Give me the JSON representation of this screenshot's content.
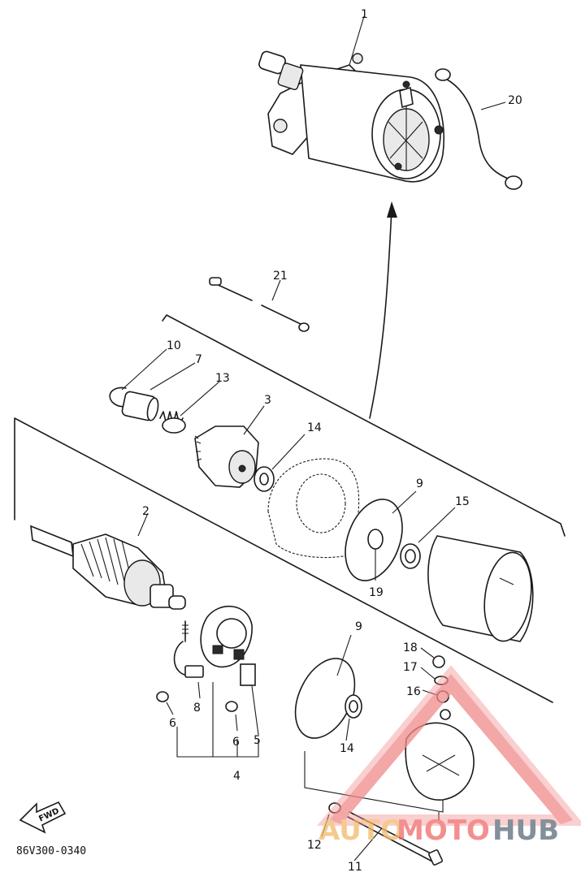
{
  "diagram": {
    "code": "86V300-0340",
    "forward_label": "FWD",
    "callouts": {
      "p1": "1",
      "p2": "2",
      "p3": "3",
      "p4": "4",
      "p5": "5",
      "p6a": "6",
      "p6b": "6",
      "p7": "7",
      "p8": "8",
      "p9a": "9",
      "p9b": "9",
      "p10": "10",
      "p11": "11",
      "p12": "12",
      "p13": "13",
      "p14a": "14",
      "p14b": "14",
      "p15": "15",
      "p16": "16",
      "p17": "17",
      "p18": "18",
      "p19": "19",
      "p20": "20",
      "p21": "21"
    }
  },
  "watermark": {
    "text_auto": "AUTO",
    "text_moto": "MOTO",
    "text_hub": "HUB",
    "colors": {
      "auto": "#f2b96a",
      "moto": "#f06a6a",
      "hub": "#5a6b7a",
      "triangle": "#f08a8a"
    }
  }
}
